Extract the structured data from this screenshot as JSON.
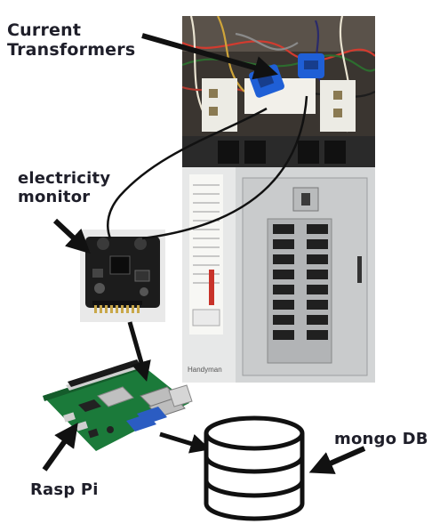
{
  "labels": {
    "current_transformers": [
      "Current",
      "Transformers"
    ],
    "electricity_monitor": [
      "electricity",
      "monitor"
    ],
    "rasp_pi": "Rasp Pi",
    "mongo_db": "mongo DB"
  },
  "photos": {
    "panel_icon": "breaker-panel-photo",
    "monitor_icon": "electricity-monitor-board-photo",
    "pi_icon": "raspberry-pi-board-photo",
    "db_icon": "database-cylinder-icon"
  },
  "panel_brand": "Handyman",
  "colors": {
    "label_text": "#1f1f2a",
    "arrow": "#111111",
    "ct_clamp": "#1f5fd6",
    "panel_gray": "#c9cbcc",
    "board_green": "#1b7a3a",
    "board_black": "#1c1c1c"
  }
}
